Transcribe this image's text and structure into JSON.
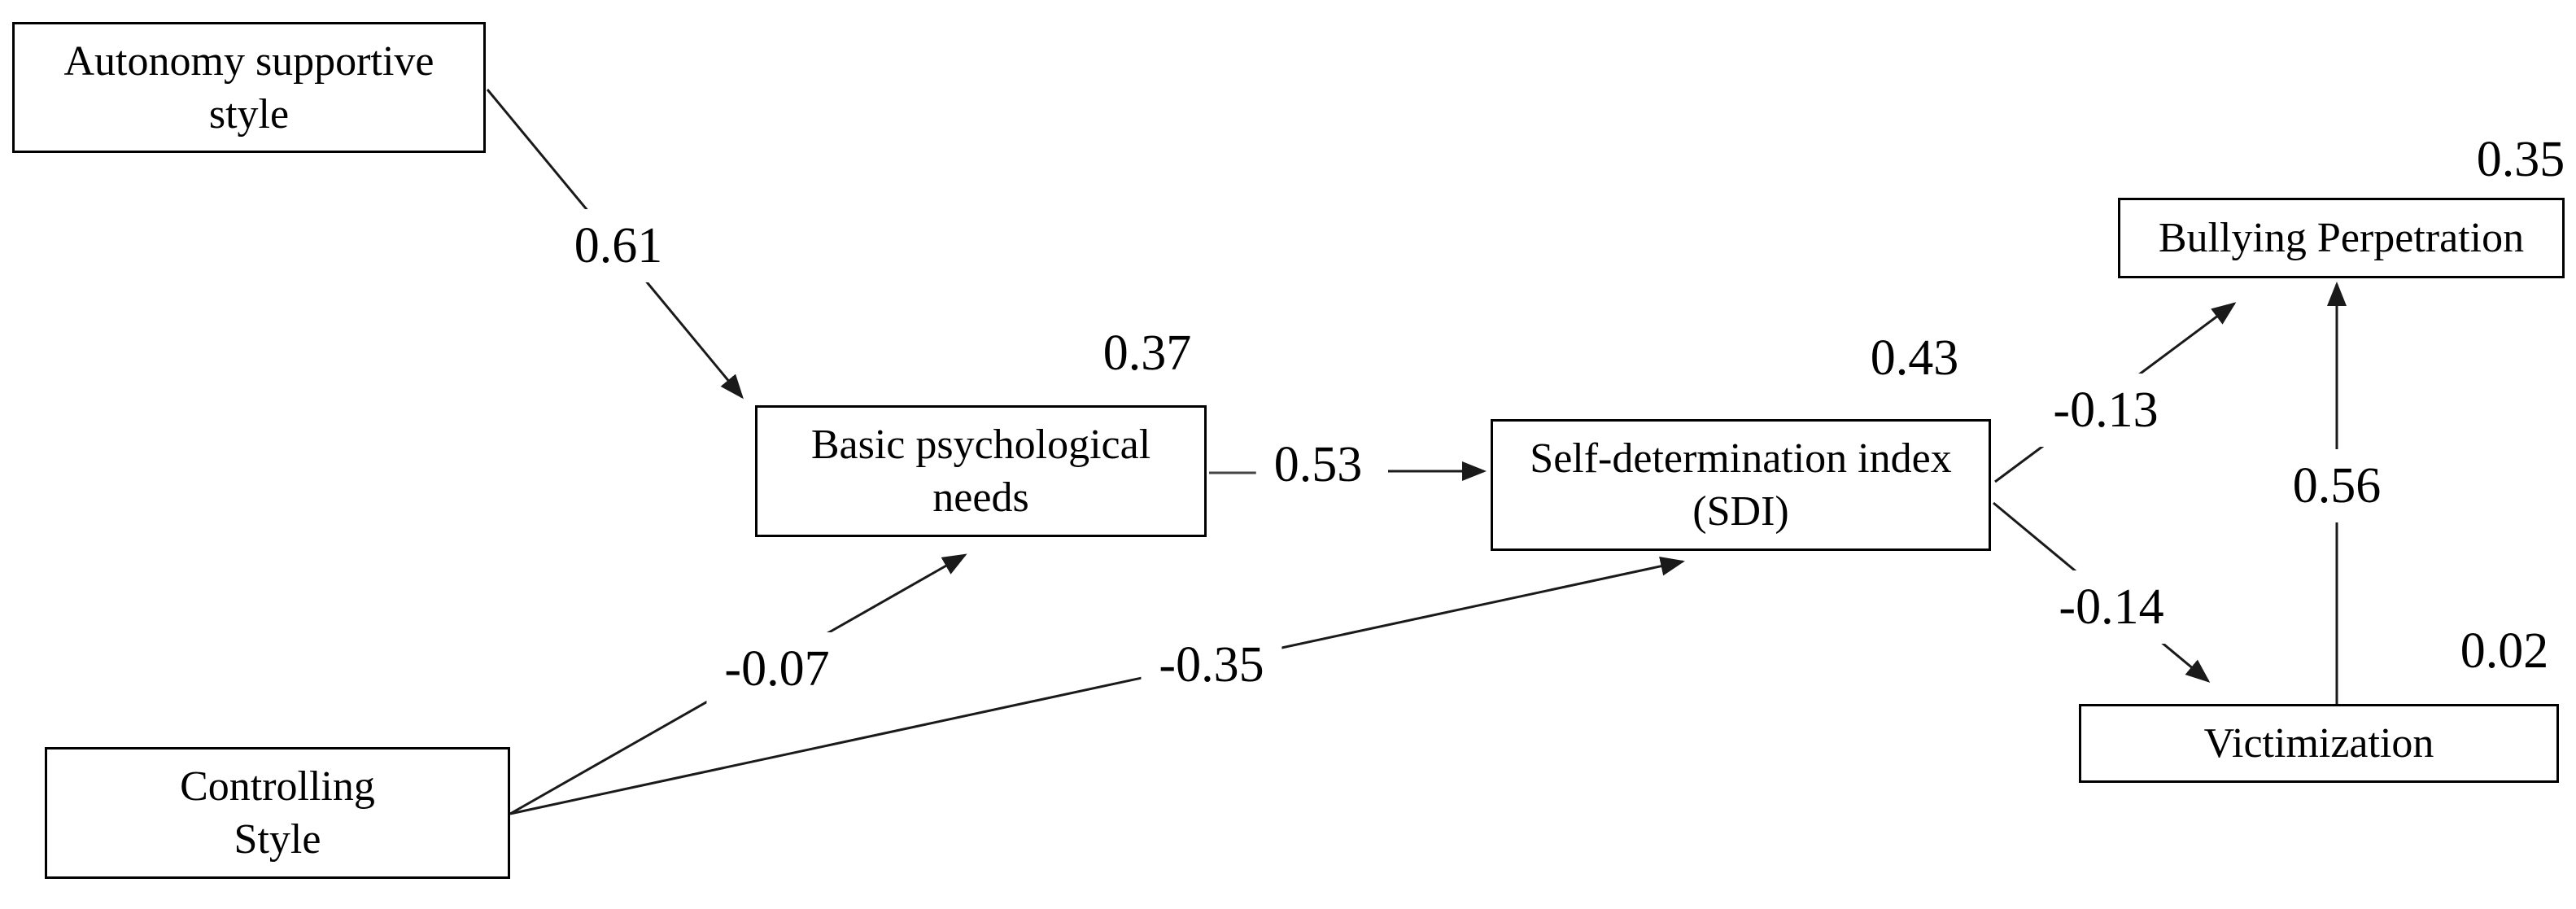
{
  "diagram": {
    "description": "Path model: autonomy supportive and controlling styles predicting basic psychological needs, self-determination index, bullying perpetration and victimization",
    "nodes": {
      "autonomy": {
        "label": "Autonomy supportive\nstyle"
      },
      "controlling": {
        "label": "Controlling\nStyle"
      },
      "basic_needs": {
        "label": "Basic psychological\nneeds",
        "explained_variance": "0.37"
      },
      "sdi": {
        "label": "Self-determination index\n(SDI)",
        "explained_variance": "0.43"
      },
      "bullying": {
        "label": "Bullying Perpetration",
        "explained_variance": "0.35"
      },
      "victimization": {
        "label": "Victimization",
        "explained_variance": "0.02"
      }
    },
    "edges": [
      {
        "from": "Autonomy supportive style",
        "to": "Basic psychological needs",
        "coefficient": "0.61"
      },
      {
        "from": "Controlling Style",
        "to": "Basic psychological needs",
        "coefficient": "-0.07"
      },
      {
        "from": "Controlling Style",
        "to": "Self-determination index (SDI)",
        "coefficient": "-0.35"
      },
      {
        "from": "Basic psychological needs",
        "to": "Self-determination index (SDI)",
        "coefficient": "0.53"
      },
      {
        "from": "Self-determination index (SDI)",
        "to": "Bullying Perpetration",
        "coefficient": "-0.13"
      },
      {
        "from": "Self-determination index (SDI)",
        "to": "Victimization",
        "coefficient": "-0.14"
      },
      {
        "from": "Victimization",
        "to": "Bullying Perpetration",
        "coefficient": "0.56"
      }
    ],
    "colors": {
      "line": "#1a1a1a",
      "box_border": "#000000",
      "background": "#ffffff",
      "text": "#000000"
    }
  }
}
